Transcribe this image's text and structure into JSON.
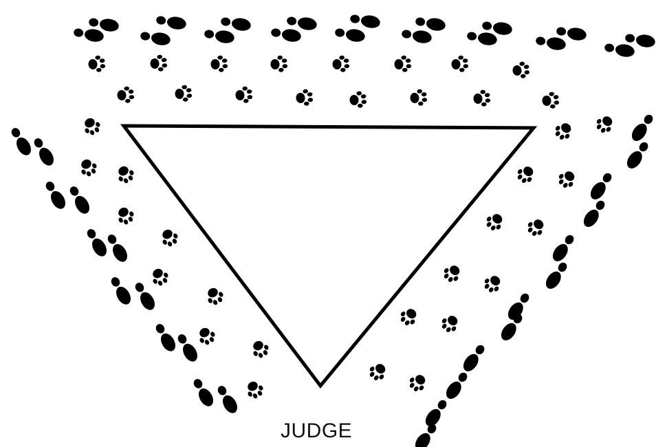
{
  "diagram": {
    "label": "JUDGE",
    "colors": {
      "ink": "#000000",
      "background": "#ffffff"
    },
    "shape": "inverted-triangle",
    "paths": [
      {
        "name": "top-path",
        "footprints": "human-shoe-prints",
        "paw_prints": "dog-paw-prints"
      },
      {
        "name": "left-path",
        "footprints": "human-shoe-prints",
        "paw_prints": "dog-paw-prints"
      },
      {
        "name": "right-path",
        "footprints": "human-shoe-prints",
        "paw_prints": "dog-paw-prints"
      }
    ]
  }
}
